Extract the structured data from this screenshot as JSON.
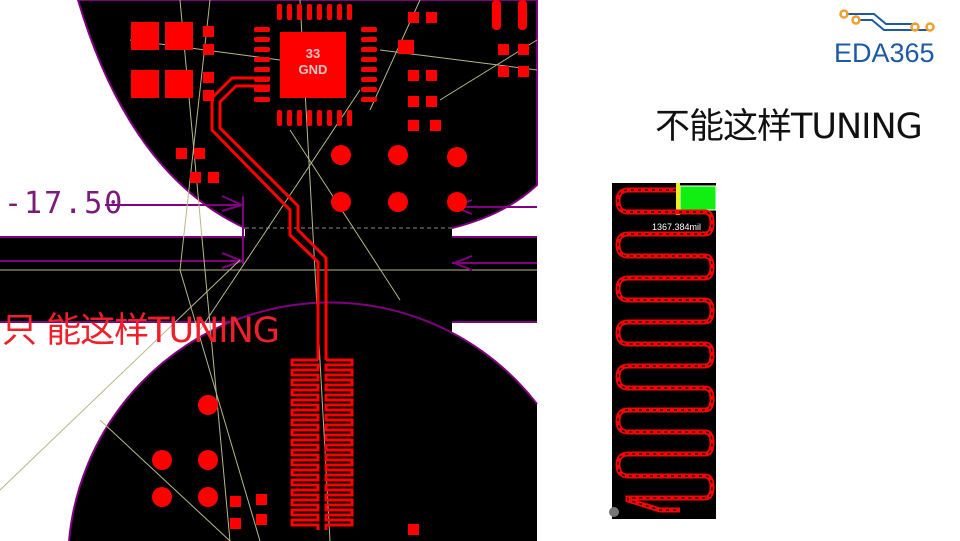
{
  "slide": {
    "title": "不能这样TUNING",
    "left_label": "只 能这样TUNING",
    "dimension_value": "-17.50",
    "chip_pin": "33",
    "chip_net": "GND",
    "inset_length_label": "1367.384mil"
  },
  "logo": {
    "text": "EDA365"
  },
  "colors": {
    "board": "#000000",
    "copper": "#ff0000",
    "outline": "#800080",
    "ratsnest": "#b8b88a",
    "accent": "#1c5aa6",
    "logo_dot": "#f0a030"
  }
}
